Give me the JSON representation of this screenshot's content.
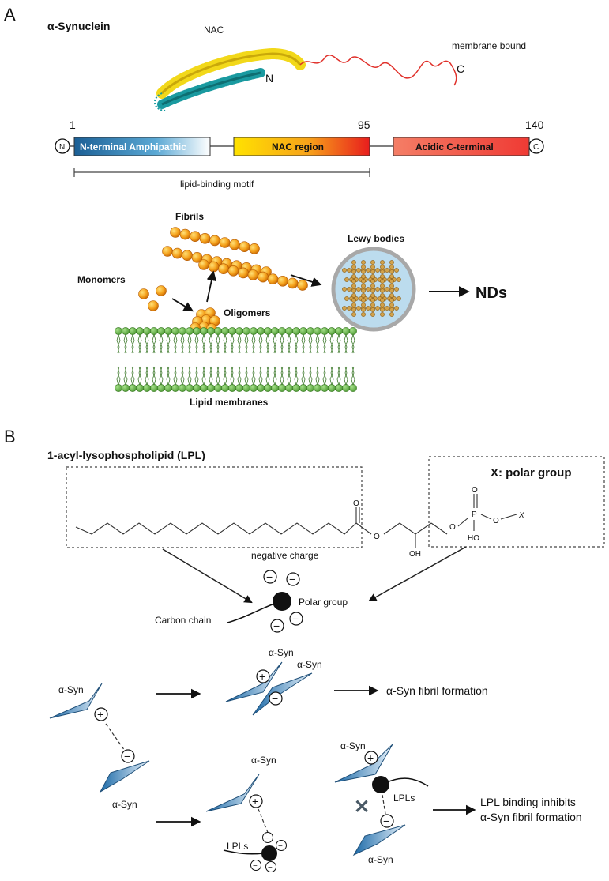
{
  "panel_a": {
    "label": "A",
    "protein_title": "α-Synuclein",
    "nac_label": "NAC",
    "membrane_bound_label": "membrane bound",
    "n_term": "N",
    "c_term": "C",
    "pos_start": "1",
    "pos_mid": "95",
    "pos_end": "140",
    "n_circle": "N",
    "c_circle": "C",
    "domains": [
      {
        "label": "N-terminal Amphipathic"
      },
      {
        "label": "NAC region"
      },
      {
        "label": "Acidic C-terminal"
      }
    ],
    "lipid_binding": "lipid-binding motif",
    "fibrils": "Fibrils",
    "monomers": "Monomers",
    "oligomers": "Oligomers",
    "lewy_bodies": "Lewy bodies",
    "nds": "NDs",
    "lipid_membranes": "Lipid membranes"
  },
  "panel_b": {
    "label": "B",
    "title": "1-acyl-lysophospholipid (LPL)",
    "polar_group_box": "X: polar group",
    "atoms": {
      "o_carbonyl": "O",
      "o_ester": "O",
      "o_ether": "O",
      "oh": "OH",
      "p": "P",
      "o_p_top": "O",
      "ho": "HO",
      "o_p_right": "O",
      "x": "X"
    },
    "negative_charge": "negative charge",
    "polar_group": "Polar group",
    "carbon_chain": "Carbon chain",
    "minus": "−",
    "plus": "+",
    "asyn": "α-Syn",
    "fibril_formation": "α-Syn fibril formation",
    "lpls": "LPLs",
    "inhibit_line1": "LPL binding inhibits",
    "inhibit_line2": "α-Syn fibril formation",
    "cross": "✕"
  },
  "colors": {
    "teal": "#1a9aa0",
    "yellow": "#f2d81a",
    "red": "#e0302a",
    "bead": "#f0a020",
    "lipid": "#6fbf4a",
    "lewy_fill": "#bcdcee",
    "syn_blue": "#3a88c0"
  }
}
